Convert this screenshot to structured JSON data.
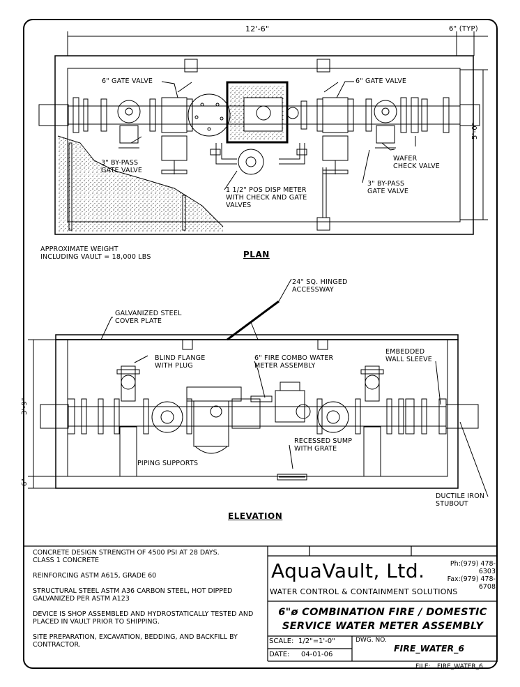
{
  "plan": {
    "title": "PLAN",
    "dim_length": "12'-6\"",
    "dim_wall": "6\" (TYP)",
    "dim_width": "5'-0\"",
    "label_gate_valve_left": "6\" GATE VALVE",
    "label_gate_valve_right": "6\" GATE VALVE",
    "label_bypass_left": "3\" BY-PASS\nGATE VALVE",
    "label_bypass_right": "3\" BY-PASS\nGATE VALVE",
    "label_wafer": "WAFER\nCHECK VALVE",
    "label_pos_meter": "1 1/2\" POS DISP METER\nWITH CHECK AND GATE\nVALVES",
    "weight_note": "APPROXIMATE WEIGHT\nINCLUDING VAULT = 18,000 LBS"
  },
  "elevation": {
    "title": "ELEVATION",
    "label_accessway": "24\" SQ. HINGED\nACCESSWAY",
    "label_cover": "GALVANIZED STEEL\nCOVER PLATE",
    "label_blind_flange": "BLIND FLANGE\nWITH PLUG",
    "label_meter_assembly": "6\" FIRE COMBO WATER\nMETER ASSEMBLY",
    "label_wall_sleeve": "EMBEDDED\nWALL SLEEVE",
    "label_sump": "RECESSED SUMP\nWITH GRATE",
    "label_supports": "PIPING SUPPORTS",
    "label_ductile": "DUCTILE IRON\nSTUBOUT",
    "dim_height": "3'-9\"",
    "dim_floor": "6\""
  },
  "notes": [
    "CONCRETE DESIGN STRENGTH OF 4500 PSI AT 28 DAYS.\nCLASS 1 CONCRETE",
    "REINFORCING ASTM A615, GRADE 60",
    "STRUCTURAL STEEL ASTM A36 CARBON STEEL, HOT DIPPED\nGALVANIZED PER ASTM A123",
    "DEVICE IS SHOP ASSEMBLED AND HYDROSTATICALLY TESTED AND\nPLACED IN VAULT PRIOR TO SHIPPING.",
    "SITE PREPARATION, EXCAVATION, BEDDING, AND BACKFILL BY\nCONTRACTOR."
  ],
  "title_block": {
    "company": "AquaVault, Ltd.",
    "phone": "Ph:(979) 478-6303",
    "fax": "Fax:(979) 478-6708",
    "tagline": "WATER CONTROL & CONTAINMENT SOLUTIONS",
    "drawing_title_1": "6\"ø COMBINATION FIRE / DOMESTIC",
    "drawing_title_2": "SERVICE WATER METER ASSEMBLY",
    "scale_label": "SCALE:",
    "scale_value": "1/2\"=1'-0\"",
    "date_label": "DATE:",
    "date_value": "04-01-06",
    "dwg_label": "DWG. NO.",
    "dwg_value": "FIRE_WATER_6",
    "file_label": "FILE:",
    "file_value": "FIRE_WATER_6"
  }
}
